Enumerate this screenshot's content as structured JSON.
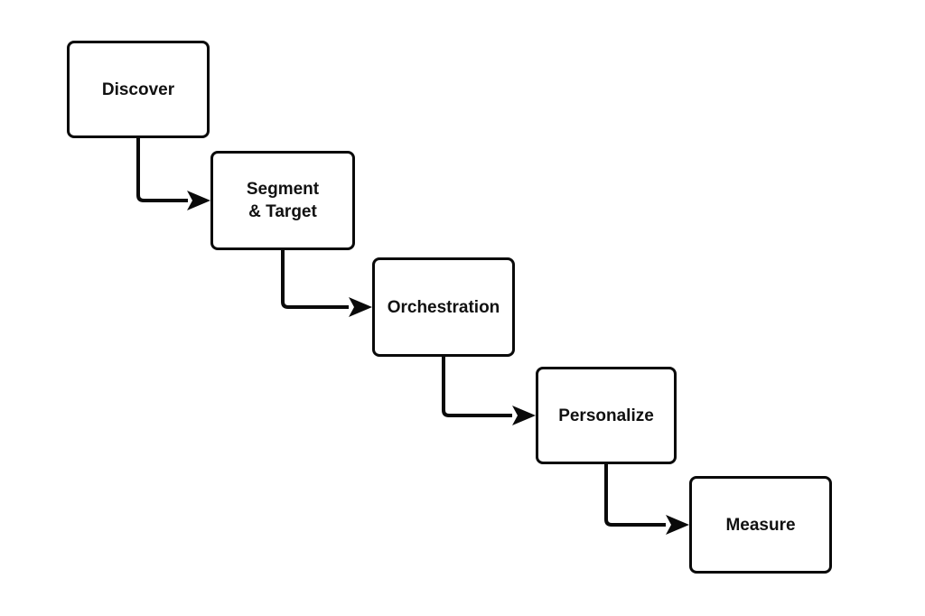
{
  "diagram": {
    "type": "flowchart",
    "description": "Five-step staircase process flow connected by elbow arrows",
    "nodes": [
      {
        "id": "discover",
        "label": "Discover"
      },
      {
        "id": "segment-target",
        "label": "Segment\n& Target"
      },
      {
        "id": "orchestration",
        "label": "Orchestration"
      },
      {
        "id": "personalize",
        "label": "Personalize"
      },
      {
        "id": "measure",
        "label": "Measure"
      }
    ],
    "connections": [
      {
        "from": "discover",
        "to": "segment-target"
      },
      {
        "from": "segment-target",
        "to": "orchestration"
      },
      {
        "from": "orchestration",
        "to": "personalize"
      },
      {
        "from": "personalize",
        "to": "measure"
      }
    ],
    "colors": {
      "background": "#ffffff",
      "node_fill": "#ffffff",
      "node_border": "#0a0a0a",
      "text": "#111111",
      "connector": "#0a0a0a"
    }
  }
}
